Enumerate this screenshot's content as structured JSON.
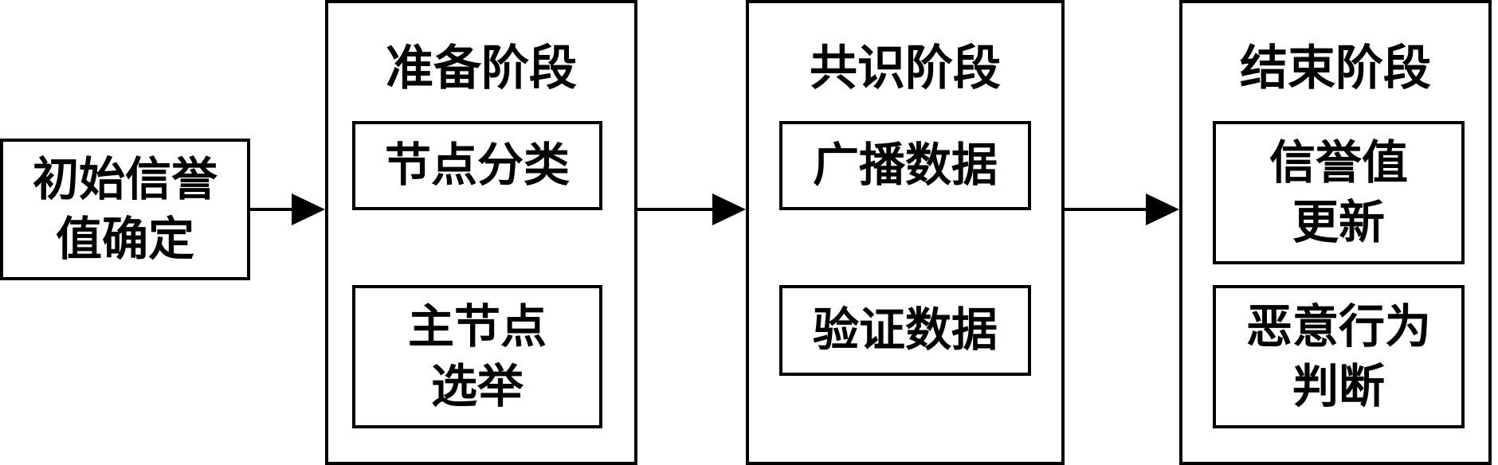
{
  "start": {
    "label": "初始信誉\n值确定"
  },
  "stages": [
    {
      "title": "准备阶段",
      "steps": [
        "节点分类",
        "主节点\n选举"
      ]
    },
    {
      "title": "共识阶段",
      "steps": [
        "广播数据",
        "验证数据"
      ]
    },
    {
      "title": "结束阶段",
      "steps": [
        "信誉值\n更新",
        "恶意行为\n判断"
      ]
    }
  ]
}
